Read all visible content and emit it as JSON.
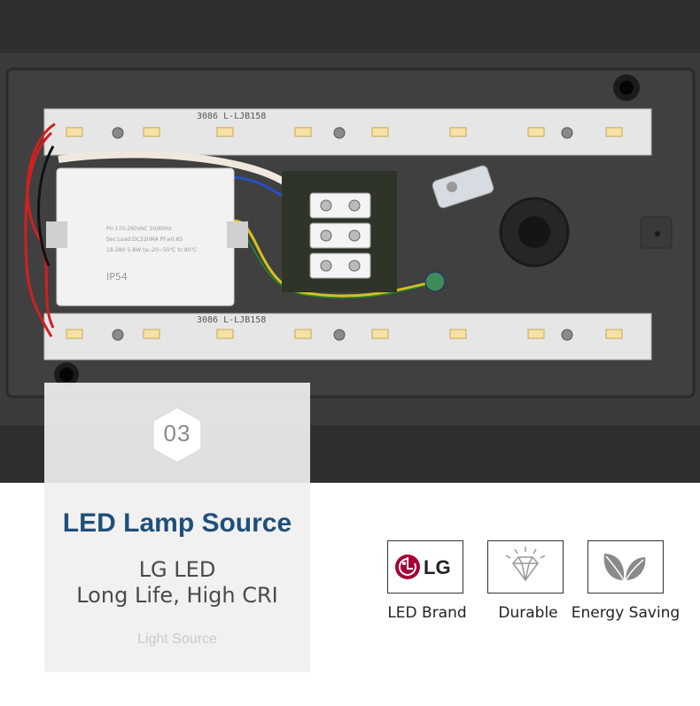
{
  "photo": {
    "pcb_marking_top": "3086 L-LJB158",
    "pcb_marking_bottom": "3086 L-LJB158",
    "driver_lines": [
      "Pri:170-260VAC 50/60Hz",
      "Sec:Load:DC320MA  PF≥0.85",
      "18-28V  5-8W  ta:-20~50℃  tc:80℃",
      "IP54"
    ]
  },
  "panel": {
    "number": "03",
    "title": "LED Lamp Source",
    "subtitle_line1": "LG LED",
    "subtitle_line2": "Long Life, High CRI",
    "watermark": "Light Source"
  },
  "features": [
    {
      "icon": "lg-logo-icon",
      "label": "LED Brand",
      "logo_text": "LG"
    },
    {
      "icon": "diamond-icon",
      "label": "Durable"
    },
    {
      "icon": "leaf-icon",
      "label": "Energy Saving"
    }
  ],
  "colors": {
    "title": "#1f4f7a",
    "lg_red": "#a50034",
    "housing": "#3a3a3a"
  }
}
